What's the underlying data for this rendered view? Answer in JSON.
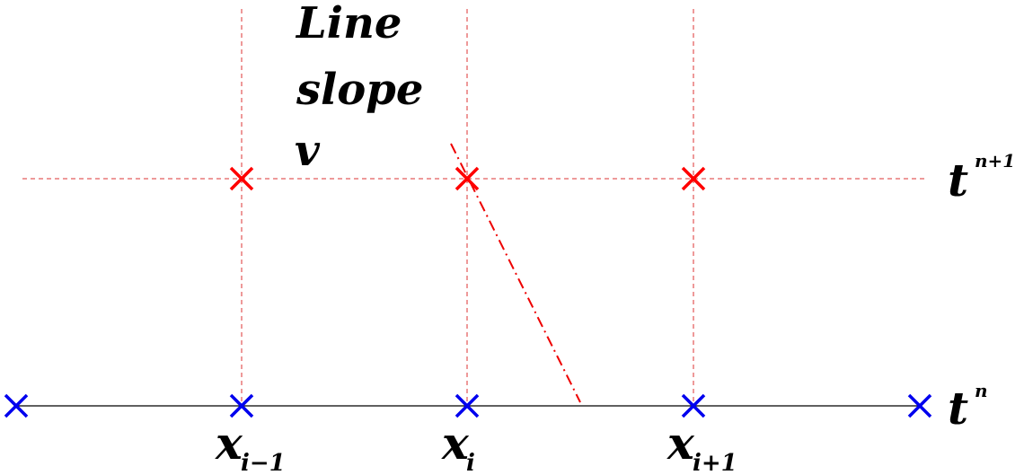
{
  "diagram": {
    "colors": {
      "grid_dashed": "#dd3333",
      "mark_new": "#ff0000",
      "mark_old": "#0000ee",
      "characteristic": "#ee0000",
      "baseline": "#000000"
    },
    "annotation": {
      "line1": "Line",
      "line2": "slope",
      "line3": "v"
    },
    "time_levels": {
      "upper": {
        "base": "t",
        "sup": "n+1"
      },
      "lower": {
        "base": "t",
        "sup": "n"
      }
    },
    "space_labels": [
      {
        "base": "x",
        "sub": "i−1"
      },
      {
        "base": "x",
        "sub": "i"
      },
      {
        "base": "x",
        "sub": "i+1"
      }
    ],
    "markers": {
      "upper_count": 3,
      "lower_count": 5,
      "icon": "cross-mark"
    }
  }
}
